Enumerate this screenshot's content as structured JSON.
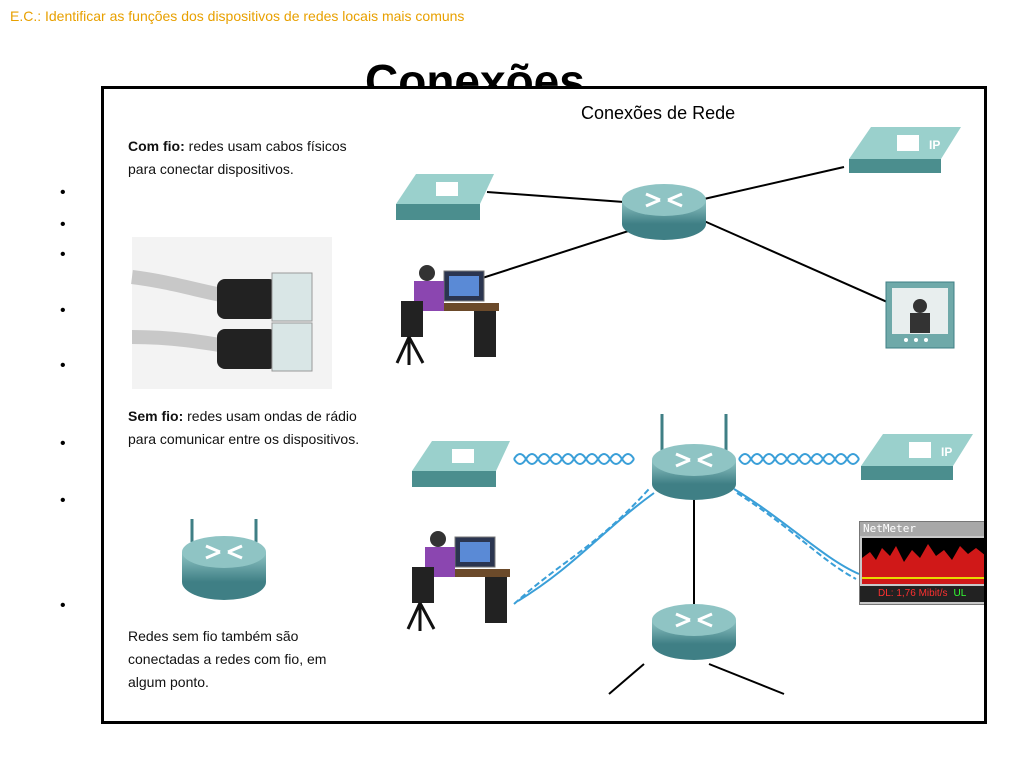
{
  "header": {
    "subtitle": "E.C.: Identificar as funções dos dispositivos de redes locais mais comuns",
    "title": "Conexões"
  },
  "slide": {
    "title": "Conexões de Rede",
    "wired": {
      "label": "Com fio:",
      "text": "redes usam cabos físicos para conectar dispositivos."
    },
    "wireless": {
      "label": "Sem fio:",
      "text": "redes usam ondas de rádio para comunicar entre os dispositivos."
    },
    "note": "Redes sem fio também são conectadas a redes com fio, em algum ponto.",
    "netmeter": {
      "title": "NetMeter",
      "dl": "DL: 1,76 Mibit/s",
      "ul": "UL"
    }
  },
  "bullets": [
    "•",
    "•",
    "•",
    "•",
    "•",
    "•",
    "•",
    "•"
  ],
  "colors": {
    "subtitle": "#e8a000",
    "router": "#5f9ea0",
    "wave": "#3a9fd8"
  },
  "icons": [
    "router-icon",
    "ip-phone-icon",
    "telephone-icon",
    "workstation-icon",
    "video-monitor-icon",
    "ethernet-cable-icon",
    "wireless-router-icon"
  ]
}
